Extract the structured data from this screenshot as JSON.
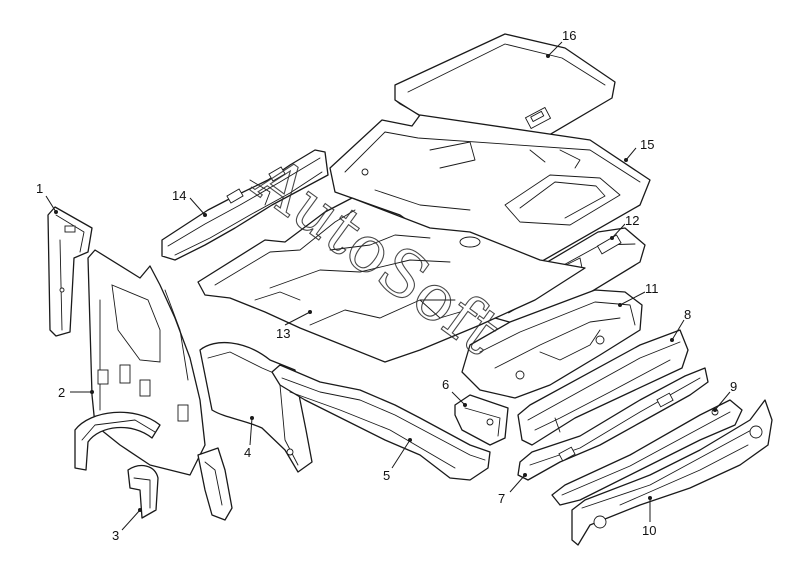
{
  "callouts": [
    "1",
    "2",
    "3",
    "4",
    "5",
    "6",
    "7",
    "8",
    "9",
    "10",
    "11",
    "12",
    "13",
    "14",
    "15",
    "16"
  ],
  "watermark": "AutoSoft",
  "colors": {
    "line": "#1a1a1a",
    "background": "#ffffff"
  }
}
